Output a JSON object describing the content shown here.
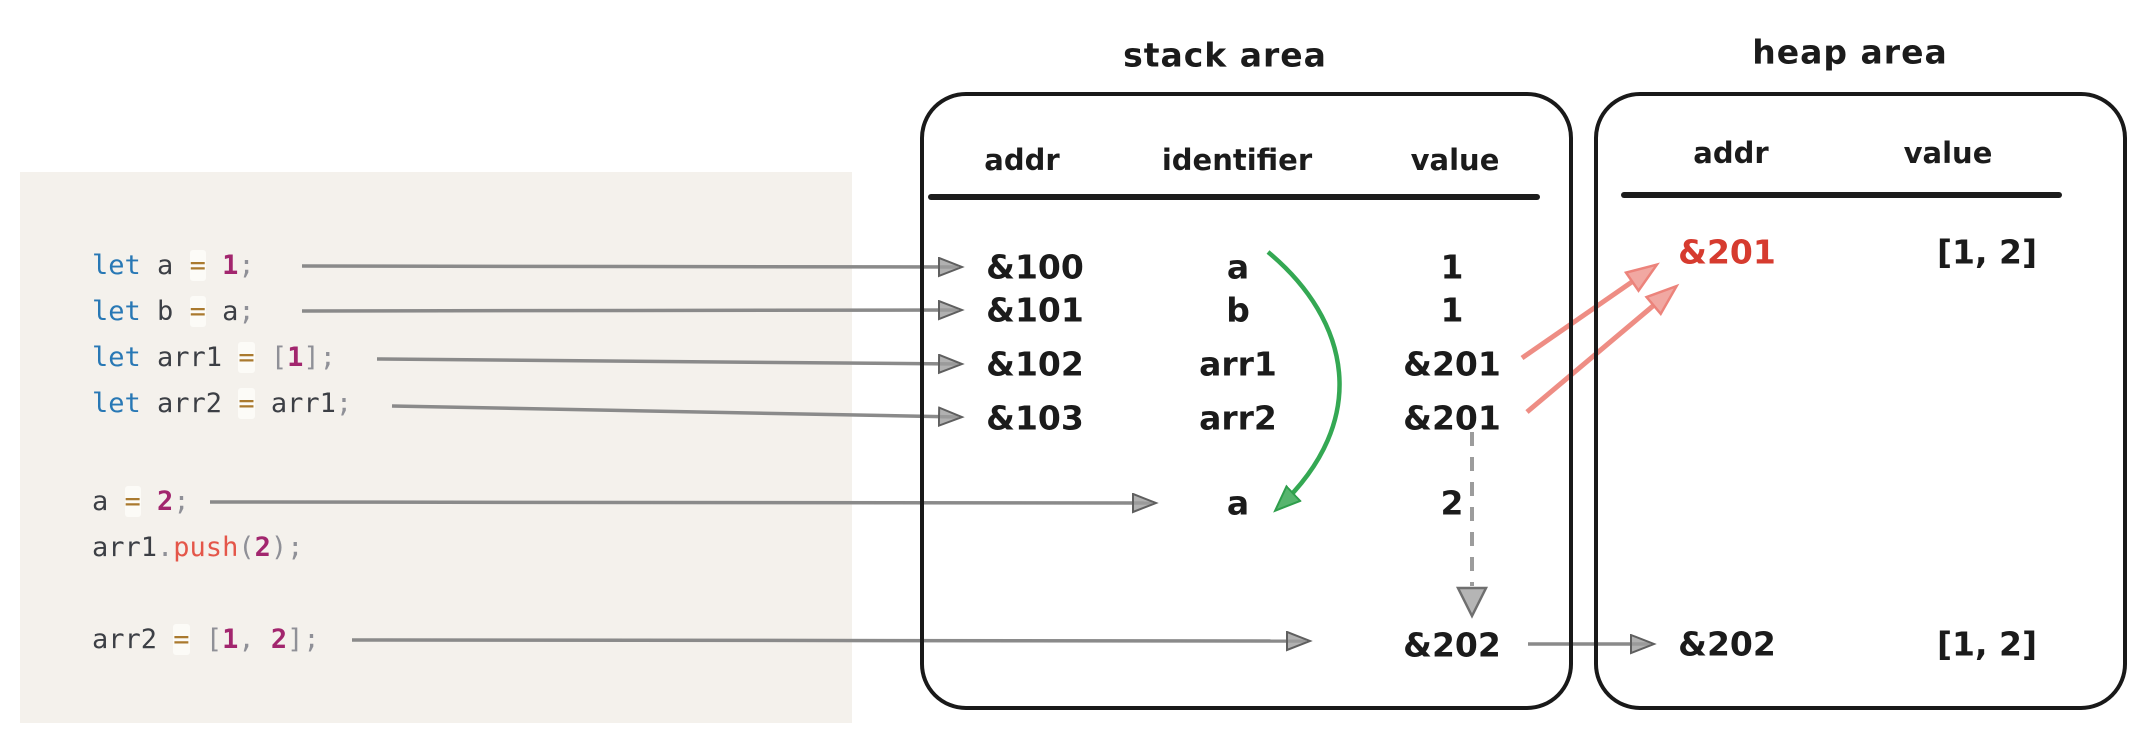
{
  "stack_table": {
    "title": "stack area",
    "columns": [
      "addr",
      "identifier",
      "value"
    ],
    "rows": [
      {
        "addr": "&100",
        "identifier": "a",
        "value": "1"
      },
      {
        "addr": "&101",
        "identifier": "b",
        "value": "1"
      },
      {
        "addr": "&102",
        "identifier": "arr1",
        "value": "&201"
      },
      {
        "addr": "&103",
        "identifier": "arr2",
        "value": "&201"
      },
      {
        "addr": "",
        "identifier": "a",
        "value": "2"
      },
      {
        "addr": "",
        "identifier": "",
        "value": "&202"
      }
    ]
  },
  "heap_table": {
    "title": "heap area",
    "columns": [
      "addr",
      "value"
    ],
    "rows": [
      {
        "addr": "&201",
        "value": "[1, 2]",
        "highlight": true
      },
      {
        "addr": "&202",
        "value": "[1, 2]",
        "highlight": false
      }
    ]
  },
  "code": {
    "lines": [
      {
        "tokens": [
          {
            "text": "let",
            "type": "keyword"
          },
          {
            "text": " a ",
            "type": "plain"
          },
          {
            "text": "=",
            "type": "operator"
          },
          {
            "text": " ",
            "type": "plain"
          },
          {
            "text": "1",
            "type": "number"
          },
          {
            "text": ";",
            "type": "punct"
          }
        ]
      },
      {
        "tokens": [
          {
            "text": "let",
            "type": "keyword"
          },
          {
            "text": " b ",
            "type": "plain"
          },
          {
            "text": "=",
            "type": "operator"
          },
          {
            "text": " ",
            "type": "plain"
          },
          {
            "text": "a",
            "type": "plain"
          },
          {
            "text": ";",
            "type": "punct"
          }
        ]
      },
      {
        "tokens": [
          {
            "text": "let",
            "type": "keyword"
          },
          {
            "text": " arr1 ",
            "type": "plain"
          },
          {
            "text": "=",
            "type": "operator"
          },
          {
            "text": " ",
            "type": "plain"
          },
          {
            "text": "[",
            "type": "punct"
          },
          {
            "text": "1",
            "type": "number"
          },
          {
            "text": "]",
            "type": "punct"
          },
          {
            "text": ";",
            "type": "punct"
          }
        ]
      },
      {
        "tokens": [
          {
            "text": "let",
            "type": "keyword"
          },
          {
            "text": " arr2 ",
            "type": "plain"
          },
          {
            "text": "=",
            "type": "operator"
          },
          {
            "text": " ",
            "type": "plain"
          },
          {
            "text": "arr1",
            "type": "plain"
          },
          {
            "text": ";",
            "type": "punct"
          }
        ]
      },
      {
        "tokens": [
          {
            "text": "a ",
            "type": "plain"
          },
          {
            "text": "=",
            "type": "operator"
          },
          {
            "text": " ",
            "type": "plain"
          },
          {
            "text": "2",
            "type": "number"
          },
          {
            "text": ";",
            "type": "punct"
          }
        ]
      },
      {
        "tokens": [
          {
            "text": "arr1",
            "type": "plain"
          },
          {
            "text": ".",
            "type": "punct"
          },
          {
            "text": "push",
            "type": "function"
          },
          {
            "text": "(",
            "type": "punct"
          },
          {
            "text": "2",
            "type": "number"
          },
          {
            "text": ")",
            "type": "punct"
          },
          {
            "text": ";",
            "type": "punct"
          }
        ]
      },
      {
        "tokens": [
          {
            "text": "arr2 ",
            "type": "plain"
          },
          {
            "text": "=",
            "type": "operator"
          },
          {
            "text": " ",
            "type": "plain"
          },
          {
            "text": "[",
            "type": "punct"
          },
          {
            "text": "1",
            "type": "number"
          },
          {
            "text": ", ",
            "type": "punct"
          },
          {
            "text": "2",
            "type": "number"
          },
          {
            "text": "]",
            "type": "punct"
          },
          {
            "text": ";",
            "type": "punct"
          }
        ]
      }
    ]
  },
  "colors": {
    "code_bg": "#f4f1ec",
    "ink": "#1b1b1b",
    "keyword": "#2878b5",
    "plain": "#3c3f45",
    "operator": "#aa7a2f",
    "number": "#a2266e",
    "punct": "#8f9097",
    "function": "#e45649",
    "highlight_red_text": "#d63b2f",
    "arrow_gray": "#8a8a8a",
    "arrow_red": "#ee8d84",
    "arrow_green": "#34a853",
    "arrow_dashed_gray": "#9c9c9c"
  }
}
